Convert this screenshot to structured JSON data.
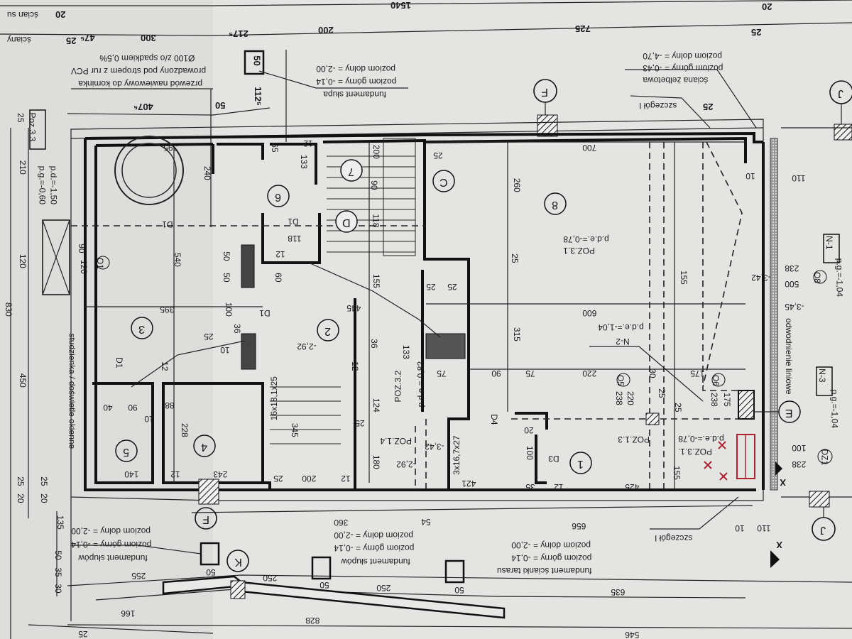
{
  "top_dims": {
    "total": "1540",
    "a": "20",
    "b": "25",
    "c": "47⁵",
    "d": "300",
    "e": "217⁵",
    "f": "200",
    "g": "725",
    "h": "25",
    "i": "20",
    "j": "407⁵",
    "k": "50",
    "l": "112⁵",
    "m": "50",
    "n": "25",
    "label_slan": "ścian su",
    "label_sciany": "ściany"
  },
  "notes": {
    "fundament_slupa": [
      "fundament słupa",
      "poziom górny = -0,14",
      "poziom dolny = -2,00"
    ],
    "przewod": [
      "przewód nawiewowy do kominka",
      "prowadzony pod stropem z rur PCV",
      "Ø100 z/o spadkiem 0,5%"
    ],
    "sciana_zelbetowa": [
      "ściana żelbetowa",
      "poziom górny = -0,43",
      "poziom dolny = -4,70"
    ],
    "szczegol_top": "szczegół I",
    "szczegol_bottom": "szczegół I",
    "fundament_slupow_left": [
      "fundament słupów",
      "poziom górny = -0,14",
      "poziom dolny = -2,00"
    ],
    "fundament_slupow_mid": [
      "fundament słupów",
      "poziom górny = -0,14",
      "poziom dolny = -2,00"
    ],
    "fundament_scianki": [
      "fundament ścianki tarasu",
      "poziom górny = -0,14",
      "poziom dolny = -2,00"
    ],
    "studzienka": "studzienka / doświetle okienne",
    "odwodnienie": "odwodnienie liniowe",
    "poz33": "Poz.3.3",
    "poz33_levels": [
      "p.g.=-0,60",
      "p.d.=-1,50"
    ],
    "n1": "N-1",
    "n1_level": "p.g.=-1,04",
    "n3": "N-3",
    "n3_level": "p.g.=-1,04",
    "n2": "N-2",
    "n2_level": "p.d.e.=-1,04",
    "poz31a": "POZ.3.1",
    "poz31a_level": "p.d.e.=-0,78",
    "poz31b": "POZ.3.1.",
    "poz31b_level": "p.d.e.=-0,78",
    "poz32": "POZ.3.2",
    "poz32_level": "p.d.e.=-0,82",
    "poz13": "POZ.1.3",
    "poz14": "POZ.1.4",
    "lvl_342a": "-3,42",
    "lvl_345": "-3,45",
    "lvl_292a": "-2,92",
    "lvl_292b": "-2,92",
    "lvl_342b": "-3,42",
    "stairs_a": "16x18,1x25",
    "stairs_b": "3x16,7x27"
  },
  "rooms": {
    "r1": "1",
    "r2": "2",
    "r3": "3",
    "r4": "4",
    "r5": "5",
    "r6": "6",
    "r7": "7",
    "r8": "8"
  },
  "markers": {
    "F_top": "F",
    "F_bottom": "F",
    "J_top": "J",
    "J_bottom": "J",
    "K": "K",
    "C": "C",
    "D": "D",
    "E": "E",
    "X_top": "X",
    "X_bottom": "X"
  },
  "windows": {
    "o1": "O1",
    "o1_dims": [
      "90",
      "120"
    ],
    "o5": "O5",
    "o5_dims": [
      "220",
      "238"
    ],
    "o6": "O6",
    "o6_dims": [
      "175",
      "238"
    ],
    "o8": "O8",
    "o8_dims": [
      "500",
      "238"
    ],
    "dz1": "DZ1",
    "dz1_dims": [
      "100",
      "238"
    ]
  },
  "doors": {
    "d1a": "D1",
    "d1b": "D1",
    "d1c": "D1",
    "d1d": "D1",
    "d3": "D3",
    "d4": "D4"
  },
  "inner_dims": [
    "395",
    "540",
    "395",
    "240",
    "65",
    "12",
    "133",
    "200",
    "90",
    "118",
    "25",
    "260",
    "700",
    "110",
    "10",
    "25",
    "50",
    "50",
    "60",
    "100",
    "445",
    "155",
    "36",
    "25",
    "25",
    "600",
    "315",
    "36",
    "25",
    "10",
    "12",
    "133",
    "75",
    "90",
    "75",
    "220",
    "175",
    "30",
    "25",
    "124",
    "180",
    "40",
    "90",
    "10",
    "88",
    "228",
    "12",
    "140",
    "12",
    "243",
    "345",
    "25",
    "200",
    "12",
    "421",
    "20",
    "100",
    "35",
    "12",
    "425",
    "155",
    "25",
    "155",
    "118",
    "12",
    "25"
  ],
  "left_dims": [
    "25",
    "210",
    "120",
    "830",
    "450",
    "25",
    "20",
    "135",
    "50",
    "35",
    "30",
    "25",
    "20"
  ],
  "bottom_dims": [
    "360",
    "54",
    "656",
    "110",
    "10",
    "255",
    "50",
    "250",
    "50",
    "250",
    "50",
    "635",
    "166",
    "828",
    "546",
    "25"
  ]
}
